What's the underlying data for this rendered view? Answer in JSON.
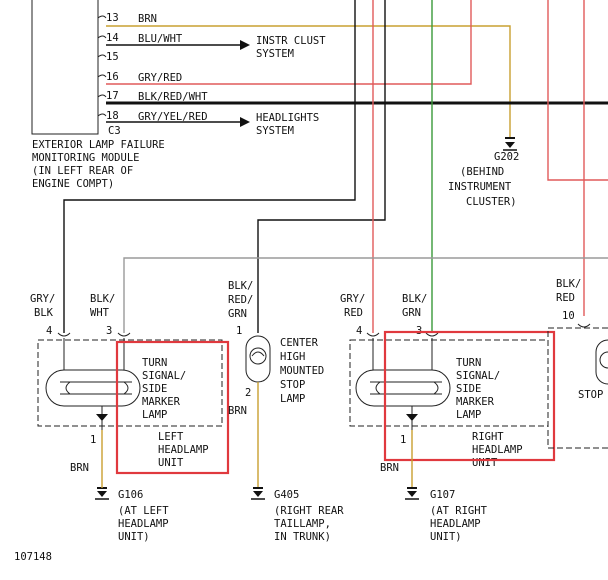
{
  "module": {
    "pins": [
      "13",
      "14",
      "15",
      "16",
      "17",
      "18"
    ],
    "wires": [
      "BRN",
      "BLU/WHT",
      "GRY/RED",
      "BLK/RED/WHT",
      "GRY/YEL/RED"
    ],
    "connector": "C3",
    "name": [
      "EXTERIOR LAMP FAILURE",
      "MONITORING MODULE",
      "(IN LEFT REAR OF",
      "ENGINE COMPT)"
    ]
  },
  "instr_clust": [
    "INSTR CLUST",
    "SYSTEM"
  ],
  "headlights": [
    "HEADLIGHTS",
    "SYSTEM"
  ],
  "g202": [
    "G202",
    "(BEHIND",
    "INSTRUMENT",
    "CLUSTER)"
  ],
  "left_unit": {
    "wire4": [
      "GRY/",
      "BLK"
    ],
    "pin4": "4",
    "wire3": [
      "BLK/",
      "WHT"
    ],
    "pin3": "3",
    "lamp": [
      "TURN",
      "SIGNAL/",
      "SIDE",
      "MARKER",
      "LAMP"
    ],
    "unit": [
      "LEFT",
      "HEADLAMP",
      "UNIT"
    ],
    "pin1": "1",
    "wire1": "BRN"
  },
  "center": {
    "wire": [
      "BLK/",
      "RED/",
      "GRN"
    ],
    "pin1": "1",
    "pin2": "2",
    "wire2": "BRN",
    "name": [
      "CENTER",
      "HIGH",
      "MOUNTED",
      "STOP",
      "LAMP"
    ]
  },
  "right_unit": {
    "wire4": [
      "GRY/",
      "RED"
    ],
    "pin4": "4",
    "wire3": [
      "BLK/",
      "GRN"
    ],
    "pin3": "3",
    "lamp": [
      "TURN",
      "SIGNAL/",
      "SIDE",
      "MARKER",
      "LAMP"
    ],
    "unit": [
      "RIGHT",
      "HEADLAMP",
      "UNIT"
    ],
    "pin1": "1",
    "wire1": "BRN"
  },
  "far_right": {
    "wire": [
      "BLK/",
      "RED"
    ],
    "pin": "10",
    "lamp": "STOP"
  },
  "g106": [
    "G106",
    "(AT LEFT",
    "HEADLAMP",
    "UNIT)"
  ],
  "g405": [
    "G405",
    "(RIGHT REAR",
    "TAILLAMP,",
    "IN TRUNK)"
  ],
  "g107": [
    "G107",
    "(AT RIGHT",
    "HEADLAMP",
    "UNIT)"
  ],
  "figure_id": "107148",
  "colors": {
    "highlight": "#e0393e",
    "red_wire": "#e05a5a",
    "green_wire": "#3a9a3a",
    "tan_wire": "#c9a030",
    "gray_wire": "#9a9a9a"
  }
}
